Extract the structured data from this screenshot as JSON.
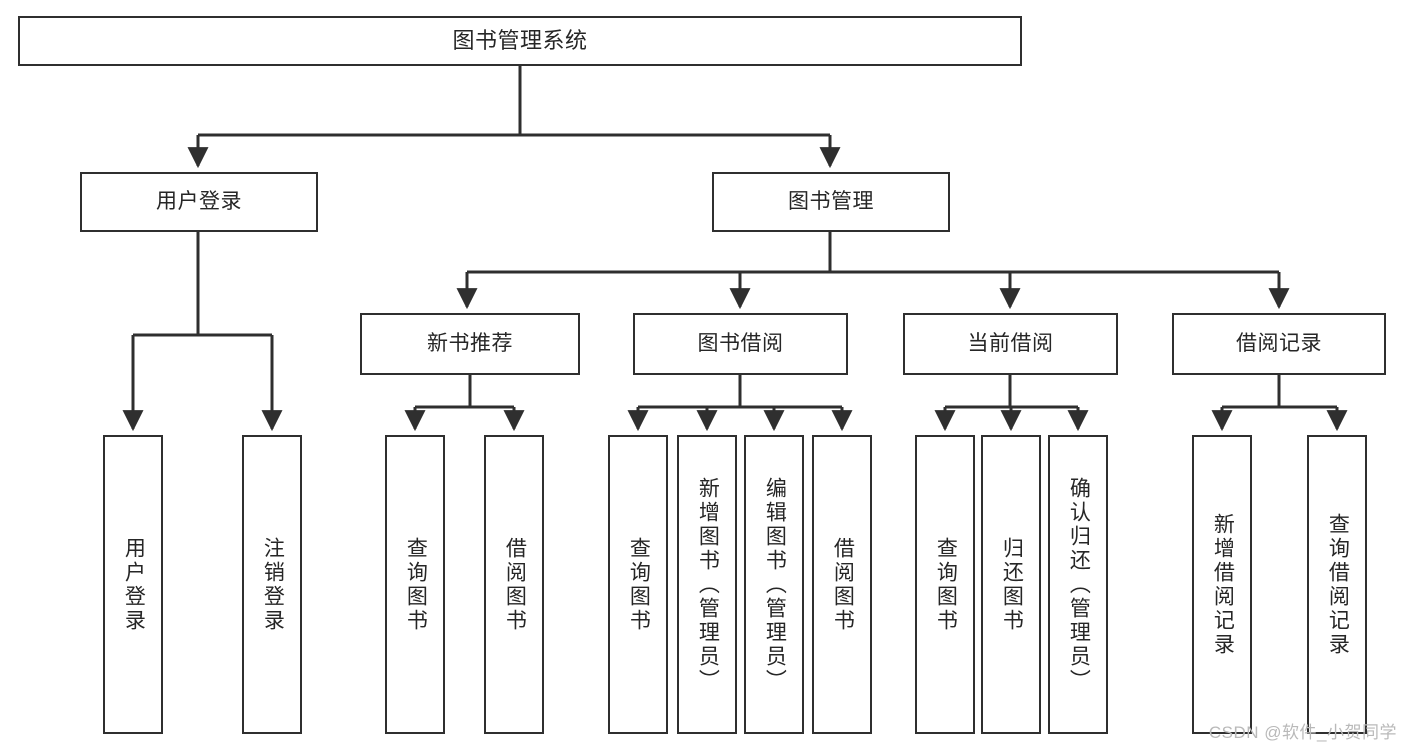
{
  "diagram": {
    "title": "图书管理系统",
    "type": "tree",
    "orientation": "top-down",
    "colors": {
      "background": "#ffffff",
      "box_border": "#2f2f2f",
      "box_fill": "#ffffff",
      "edge": "#2f2f2f",
      "text": "#262626",
      "watermark": "#b9b9b9"
    },
    "watermark": "CSDN @软件_小贺同学"
  },
  "nodes": {
    "root": {
      "id": "root",
      "label": "图书管理系统",
      "level": 0,
      "orientation": "horizontal"
    },
    "level1": [
      {
        "id": "user-login",
        "label": "用户登录",
        "level": 1,
        "orientation": "horizontal"
      },
      {
        "id": "book-manage",
        "label": "图书管理",
        "level": 1,
        "orientation": "horizontal"
      }
    ],
    "level2": [
      {
        "id": "new-book-recommend",
        "label": "新书推荐",
        "level": 2,
        "orientation": "horizontal",
        "parent": "book-manage"
      },
      {
        "id": "book-borrow",
        "label": "图书借阅",
        "level": 2,
        "orientation": "horizontal",
        "parent": "book-manage"
      },
      {
        "id": "current-borrow",
        "label": "当前借阅",
        "level": 2,
        "orientation": "horizontal",
        "parent": "book-manage"
      },
      {
        "id": "borrow-record",
        "label": "借阅记录",
        "level": 2,
        "orientation": "horizontal",
        "parent": "book-manage"
      }
    ],
    "leaves": [
      {
        "id": "leaf-user-login",
        "label": "用户登录",
        "parent": "user-login",
        "orientation": "vertical"
      },
      {
        "id": "leaf-user-logout",
        "label": "注销登录",
        "parent": "user-login",
        "orientation": "vertical"
      },
      {
        "id": "leaf-query-book-1",
        "label": "查询图书",
        "parent": "new-book-recommend",
        "orientation": "vertical"
      },
      {
        "id": "leaf-borrow-book-1",
        "label": "借阅图书",
        "parent": "new-book-recommend",
        "orientation": "vertical"
      },
      {
        "id": "leaf-query-book-2",
        "label": "查询图书",
        "parent": "book-borrow",
        "orientation": "vertical"
      },
      {
        "id": "leaf-add-book",
        "label": "新增图书（管理员）",
        "parent": "book-borrow",
        "orientation": "vertical"
      },
      {
        "id": "leaf-edit-book",
        "label": "编辑图书（管理员）",
        "parent": "book-borrow",
        "orientation": "vertical"
      },
      {
        "id": "leaf-borrow-book-2",
        "label": "借阅图书",
        "parent": "book-borrow",
        "orientation": "vertical"
      },
      {
        "id": "leaf-query-book-3",
        "label": "查询图书",
        "parent": "current-borrow",
        "orientation": "vertical"
      },
      {
        "id": "leaf-return-book",
        "label": "归还图书",
        "parent": "current-borrow",
        "orientation": "vertical"
      },
      {
        "id": "leaf-confirm-return",
        "label": "确认归还（管理员）",
        "parent": "current-borrow",
        "orientation": "vertical"
      },
      {
        "id": "leaf-add-record",
        "label": "新增借阅记录",
        "parent": "borrow-record",
        "orientation": "vertical"
      },
      {
        "id": "leaf-query-record",
        "label": "查询借阅记录",
        "parent": "borrow-record",
        "orientation": "vertical"
      }
    ]
  }
}
